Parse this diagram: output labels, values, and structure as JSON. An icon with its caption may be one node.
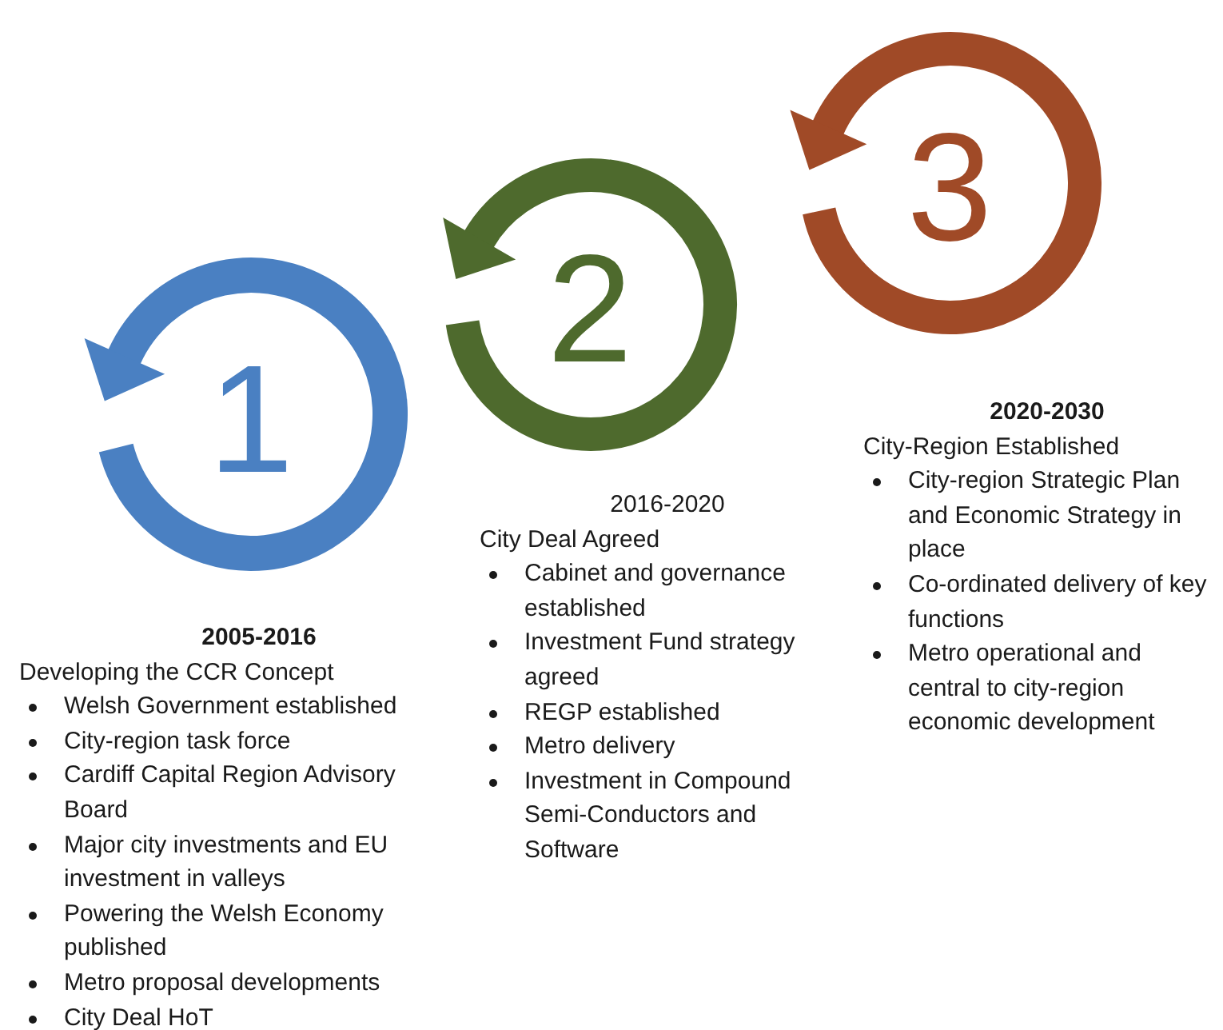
{
  "diagram": {
    "nodes": [
      {
        "text": [
          "1"
        ],
        "beside": [
          "2005-2016",
          "Developing the CCR Concept",
          "Welsh Government established",
          "City-region task force",
          "Cardiff Capital Region Advisory Board",
          "Major city investments and EU investment in valleys",
          "Powering the Welsh Economy published",
          "Metro proposal developments",
          "City Deal HoT"
        ]
      },
      {
        "text": [
          "2"
        ],
        "beside": [
          "2016-2020",
          "City Deal Agreed",
          "Cabinet and governance established",
          "Investment Fund strategy agreed",
          "REGP established",
          "Metro delivery",
          "Investment in Compound Semi-Conductors and Software"
        ]
      },
      {
        "text": [
          "3"
        ],
        "beside": [
          "2020-2030",
          "City-Region Established",
          "City-region Strategic Plan and Economic Strategy in place",
          "Co-ordinated delivery of key functions",
          "Metro operational and central to city-region economic development"
        ]
      }
    ]
  }
}
